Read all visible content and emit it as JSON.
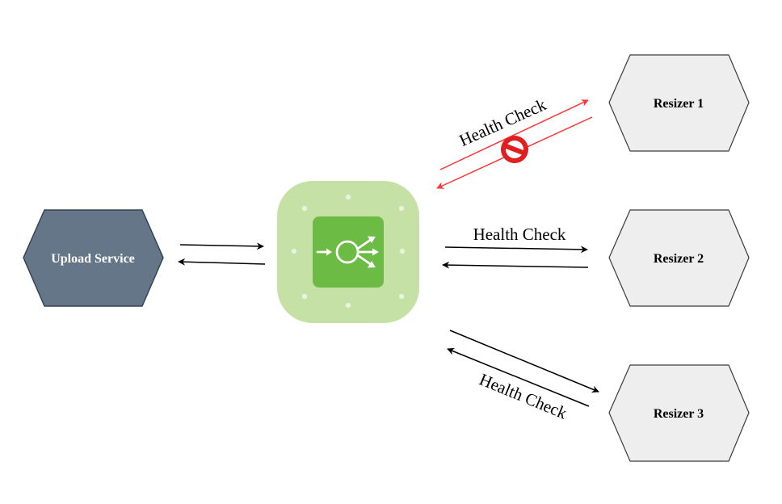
{
  "nodes": {
    "upload_service": {
      "label": "Upload Service",
      "fill": "#647687",
      "stroke": "#314354",
      "text_color": "#ffffff"
    },
    "load_balancer": {
      "icon": "load-balancer-icon",
      "outer_fill": "#c5e1a5",
      "inner_fill": "#6cbb45",
      "dot_color": "#e8f2dc"
    },
    "resizer_1": {
      "label": "Resizer 1",
      "fill": "#eeeeee",
      "stroke": "#3a3a3a",
      "text_color": "#000000"
    },
    "resizer_2": {
      "label": "Resizer 2",
      "fill": "#eeeeee",
      "stroke": "#3a3a3a",
      "text_color": "#000000"
    },
    "resizer_3": {
      "label": "Resizer 3",
      "fill": "#eeeeee",
      "stroke": "#3a3a3a",
      "text_color": "#000000"
    }
  },
  "edges": {
    "resizer_1": {
      "label": "Health Check",
      "color": "#ff3333",
      "status": "failed",
      "status_icon": "prohibited-icon"
    },
    "resizer_2": {
      "label": "Health Check",
      "color": "#000000",
      "status": "ok"
    },
    "resizer_3": {
      "label": "Health Check",
      "color": "#000000",
      "status": "ok"
    },
    "upload": {
      "color": "#000000"
    }
  }
}
